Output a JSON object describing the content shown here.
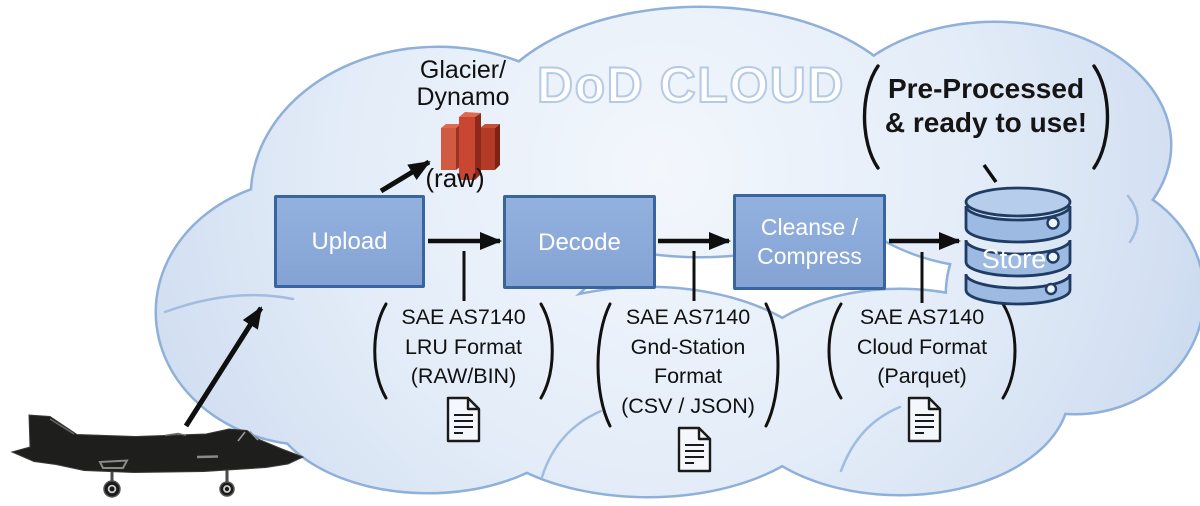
{
  "diagram": {
    "cloud_title": "DoD CLOUD",
    "flow": {
      "upload_label": "Upload",
      "decode_label": "Decode",
      "cleanse_line1": "Cleanse /",
      "cleanse_line2": "Compress",
      "store_label": "Store"
    },
    "glacier": {
      "line1": "Glacier/",
      "line2": "Dynamo",
      "caption": "(raw)"
    },
    "pre_processed": {
      "line1": "Pre-Processed",
      "line2": "& ready to use!"
    },
    "formats": [
      {
        "line1": "SAE AS7140",
        "line2": "LRU Format",
        "line3": "(RAW/BIN)",
        "line4": ""
      },
      {
        "line1": "SAE AS7140",
        "line2": "Gnd-Station",
        "line3": "Format",
        "line4": "(CSV / JSON)"
      },
      {
        "line1": "SAE AS7140",
        "line2": "Cloud Format",
        "line3": "(Parquet)",
        "line4": ""
      }
    ],
    "icons": {
      "glacier_icon": "aws-dynamo-glacier-red-cube",
      "store_icon": "database-cylinder-stack",
      "doc_icon": "document-page",
      "aircraft_icon": "fighter-jet-silhouette"
    },
    "colors": {
      "box_fill": "#8aa9d9",
      "box_border": "#39649e",
      "cloud_stroke": "#8fb0d9",
      "cloud_fill_center": "#f3f7fc",
      "cloud_fill_edge": "#c2d4ec",
      "db_fill": "#9cbae2",
      "db_stroke": "#1f3c64",
      "accent_red": "#c94732",
      "arrow_black": "#0f0f0f"
    }
  }
}
